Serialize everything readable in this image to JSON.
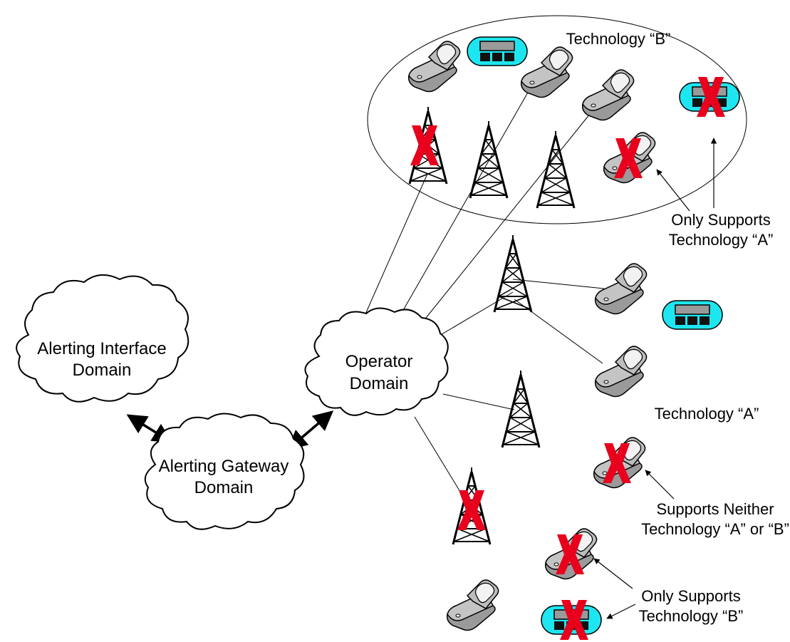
{
  "clouds": {
    "interface": {
      "line1": "Alerting Interface",
      "line2": "Domain"
    },
    "gateway": {
      "line1": "Alerting Gateway",
      "line2": "Domain"
    },
    "operator": {
      "line1": "Operator",
      "line2": "Domain"
    }
  },
  "labels": {
    "tech_b": "Technology “B”",
    "tech_a": "Technology “A”",
    "only_a": {
      "line1": "Only Supports",
      "line2": "Technology “A”"
    },
    "neither": {
      "line1": "Supports Neither",
      "line2": "Technology “A” or “B”"
    },
    "only_b": {
      "line1": "Only Supports",
      "line2": "Technology “B”"
    }
  },
  "icons": [
    "cloud-icon",
    "cell-tower-icon",
    "mobile-phone-icon",
    "pager-device-icon",
    "red-x-icon",
    "double-arrow-icon"
  ],
  "colors": {
    "line": "#000000",
    "x_mark": "#e8001c",
    "pager": "#1ee6f0",
    "phone": "#c8c8c8"
  }
}
